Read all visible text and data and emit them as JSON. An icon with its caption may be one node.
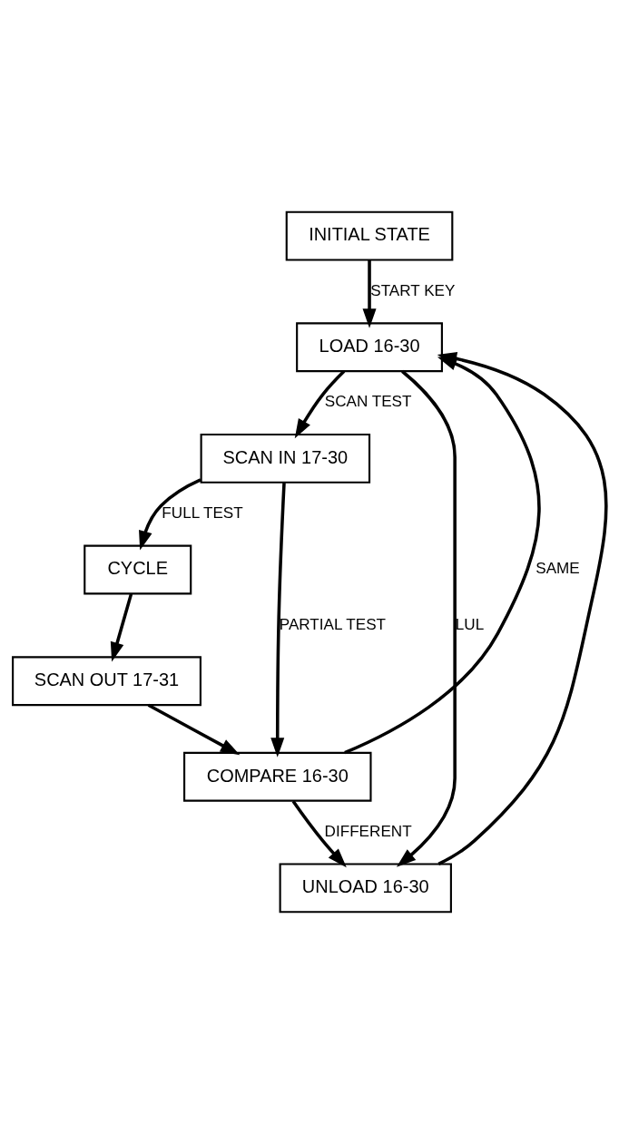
{
  "diagram": {
    "nodes": [
      {
        "text": [
          "INITIAL STATE"
        ]
      },
      {
        "text": [
          "LOAD 16-30"
        ]
      },
      {
        "text": [
          "SCAN IN 17-30"
        ]
      },
      {
        "text": [
          "CYCLE"
        ]
      },
      {
        "text": [
          "SCAN OUT 17-31"
        ]
      },
      {
        "text": [
          "COMPARE 16-30"
        ]
      },
      {
        "text": [
          "UNLOAD 16-30"
        ]
      }
    ],
    "edges": [
      {
        "from": 0,
        "to": 1,
        "arrow": "to",
        "label": "START KEY"
      },
      {
        "from": 1,
        "to": 2,
        "arrow": "to",
        "label": "SCAN TEST"
      },
      {
        "from": 2,
        "to": 3,
        "arrow": "to",
        "label": "FULL TEST"
      },
      {
        "from": 3,
        "to": 4,
        "arrow": "to"
      },
      {
        "from": 4,
        "to": 5,
        "arrow": "to"
      },
      {
        "from": 2,
        "to": 5,
        "arrow": "to",
        "label": "PARTIAL TEST"
      },
      {
        "from": 5,
        "to": 1,
        "arrow": "to",
        "label": "SAME"
      },
      {
        "from": 5,
        "to": 6,
        "arrow": "to",
        "label": "DIFFERENT"
      },
      {
        "from": 1,
        "to": 6,
        "arrow": "to",
        "label": "LUL"
      },
      {
        "from": 6,
        "to": 1,
        "arrow": "to"
      }
    ]
  }
}
